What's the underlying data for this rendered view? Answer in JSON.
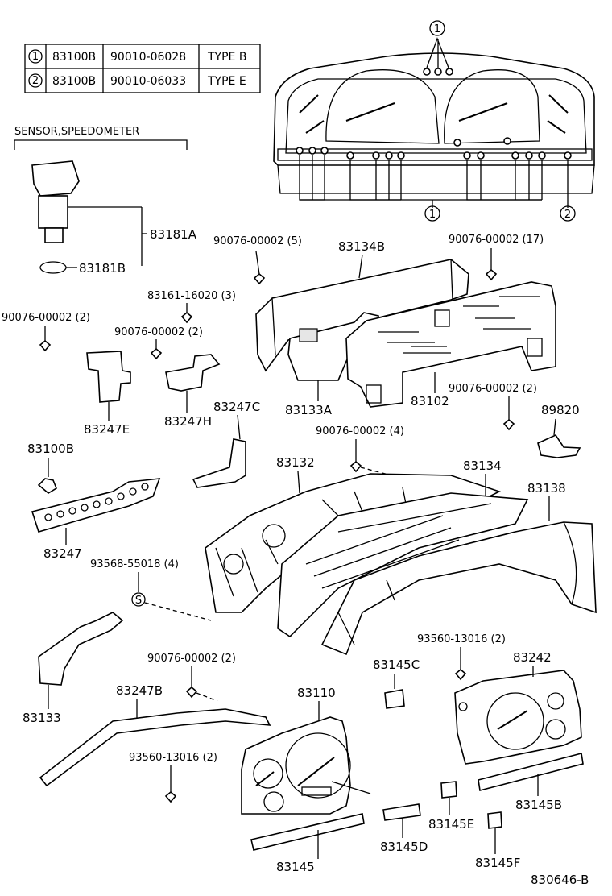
{
  "type_table": {
    "rows": [
      {
        "marker": "1",
        "part": "83100B",
        "number": "90010-06028",
        "type": "TYPE B"
      },
      {
        "marker": "2",
        "part": "83100B",
        "number": "90010-06033",
        "type": "TYPE E"
      }
    ]
  },
  "callouts": {
    "marker_1_top": "1",
    "marker_1_bottom": "1",
    "marker_2": "2",
    "marker_s": "S"
  },
  "labels": {
    "sensor_speedometer": "SENSOR,SPEEDOMETER",
    "p83181A": "83181A",
    "p83181B": "83181B",
    "p90076_5": "90076-00002 (5)",
    "p83134B": "83134B",
    "p90076_17": "90076-00002 (17)",
    "p83161": "83161-16020 (3)",
    "p90076_2a": "90076-00002 (2)",
    "p90076_2b": "90076-00002 (2)",
    "p83247E": "83247E",
    "p83247H": "83247H",
    "p83247C": "83247C",
    "p83133A": "83133A",
    "p83102": "83102",
    "p90076_2c": "90076-00002 (2)",
    "p89820": "89820",
    "p90076_4": "90076-00002 (4)",
    "p83100B": "83100B",
    "p83132": "83132",
    "p83134": "83134",
    "p83138": "83138",
    "p83247": "83247",
    "p93568": "93568-55018 (4)",
    "p93560_a": "93560-13016 (2)",
    "p83242": "83242",
    "p90076_2d": "90076-00002 (2)",
    "p83145C": "83145C",
    "p83247B": "83247B",
    "p83110": "83110",
    "p83133": "83133",
    "p93560_b": "93560-13016 (2)",
    "p83145E": "83145E",
    "p83145B": "83145B",
    "p83145": "83145",
    "p83145D": "83145D",
    "p83145F": "83145F",
    "diagram_code": "830646-B"
  }
}
